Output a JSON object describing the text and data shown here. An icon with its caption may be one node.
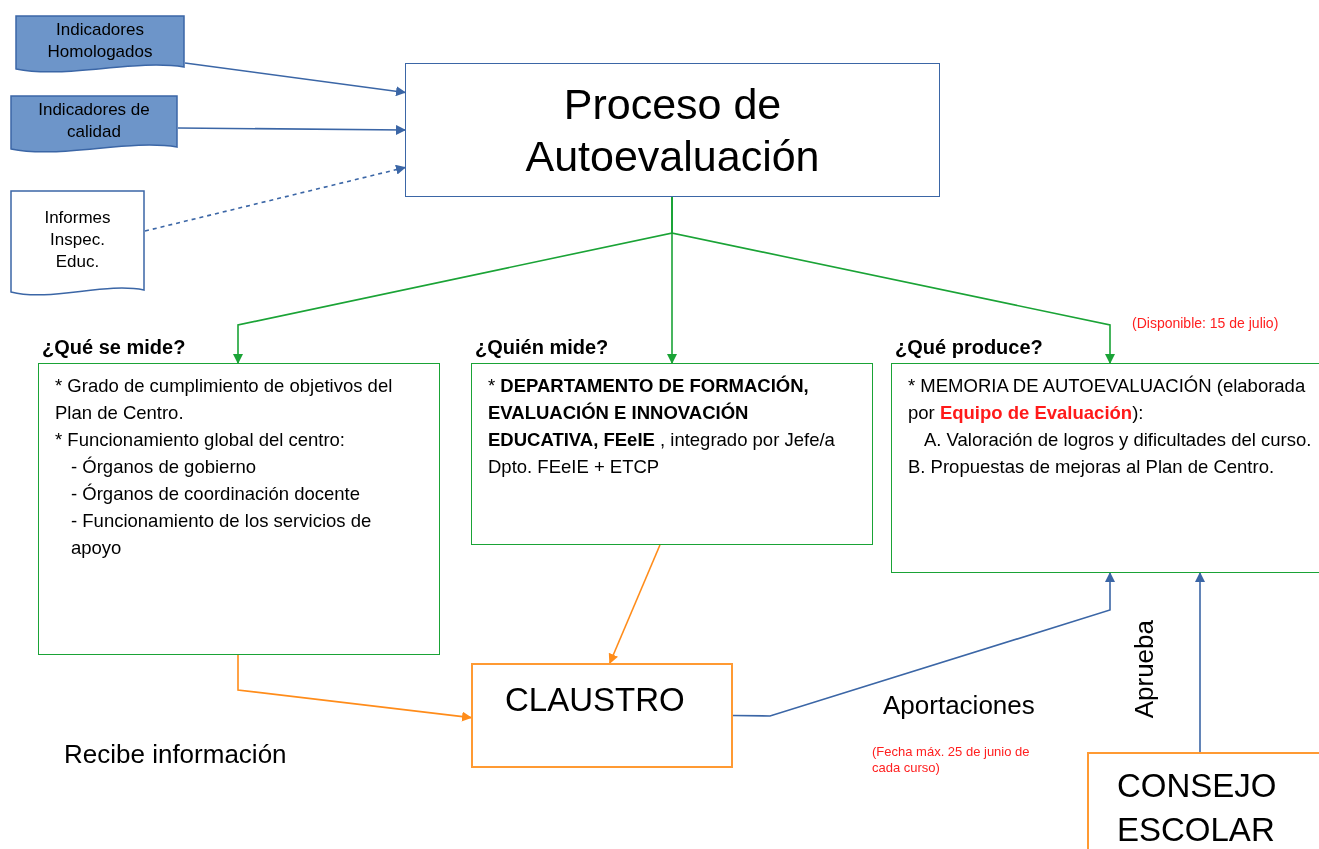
{
  "diagram": {
    "nodes": [
      {
        "text": [
          "Indicadores Homologados"
        ]
      },
      {
        "text": [
          "Indicadores de calidad"
        ]
      },
      {
        "text": [
          "Informes Inspec. Educ."
        ]
      },
      {
        "text": [
          "Proceso de Autoevaluación"
        ]
      },
      {
        "text": [
          "¿Qué se mide?",
          "* Grado de cumplimiento de objetivos del Plan de Centro.",
          "* Funcionamiento global del centro:",
          "- Órganos de gobierno",
          "- Órganos de coordinación docente",
          "- Funcionamiento de los servicios de apoyo"
        ]
      },
      {
        "text": [
          "¿Quién mide?",
          "* **DEPARTAMENTO DE FORMACIÓN, EVALUACIÓN E INNOVACIÓN EDUCATIVA, FEeIE** , integrado por Jefe/a Dpto. FEeIE + ETCP"
        ]
      },
      {
        "text": [
          "¿Qué produce?",
          "* MEMORIA DE AUTOEVALUACIÓN (elaborada por **Equipo de Evaluación**):",
          "A. Valoración de logros y dificultades del curso.",
          "B. Propuestas de mejoras al Plan de Centro."
        ],
        "beside": [
          "(Disponible: 15 de julio)"
        ]
      },
      {
        "text": [
          "CLAUSTRO"
        ]
      },
      {
        "text": [
          "CONSEJO ESCOLAR"
        ]
      }
    ],
    "edges": [
      {
        "from": 0,
        "to": 3,
        "arrow": "to"
      },
      {
        "from": 1,
        "to": 3,
        "arrow": "to"
      },
      {
        "from": 2,
        "to": 3,
        "arrow": "to",
        "style": "dashed"
      },
      {
        "from": 3,
        "to": 4,
        "arrow": "to",
        "color": "#1aa336"
      },
      {
        "from": 3,
        "to": 5,
        "arrow": "to",
        "color": "#1aa336"
      },
      {
        "from": 3,
        "to": 6,
        "arrow": "to",
        "color": "#1aa336"
      },
      {
        "from": 4,
        "to": 7,
        "arrow": "to",
        "color": "#ff8c1a"
      },
      {
        "from": 5,
        "to": 7,
        "arrow": "to",
        "color": "#ff8c1a"
      },
      {
        "from": 7,
        "to": 6,
        "arrow": "to",
        "label": "Aportaciones"
      },
      {
        "from": 8,
        "to": 6,
        "arrow": "to",
        "label": "Aprueba"
      }
    ],
    "labels": [
      "Recibe información",
      "(Fecha máx. 25 de junio de cada curso)"
    ]
  }
}
